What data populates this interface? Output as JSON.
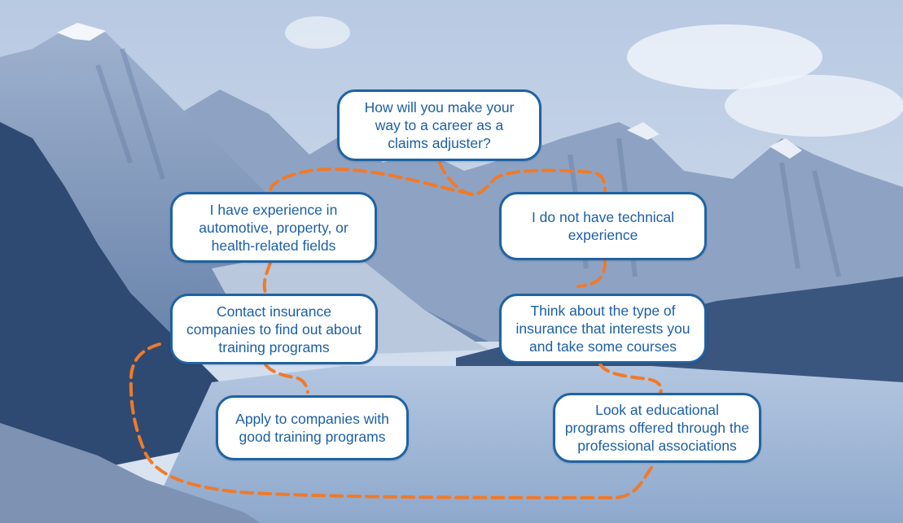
{
  "colors": {
    "node_border": "#1f63a3",
    "node_text": "#1c5fa6",
    "node_fill": "#ffffff",
    "path_dash": "#f07a2a",
    "sky": "#c9d6e8",
    "mountain": "#7f96b8",
    "forest": "#2f4a72",
    "lake": "#a9bfdc"
  },
  "background": {
    "description_icon": "mountain-lake-photo"
  },
  "nodes": {
    "start": "How will you make your\nway to a career as a\nclaims adjuster?",
    "experience": "I have experience in\nautomotive, property, or\nhealth-related fields",
    "no_experience": "I do not have technical\nexperience",
    "contact": "Contact insurance\ncompanies to find out about\ntraining programs",
    "think": "Think about the type of\ninsurance that interests you\nand take some courses",
    "apply": "Apply to companies with\ngood training programs",
    "look": "Look at educational\nprograms offered through the\nprofessional associations"
  }
}
